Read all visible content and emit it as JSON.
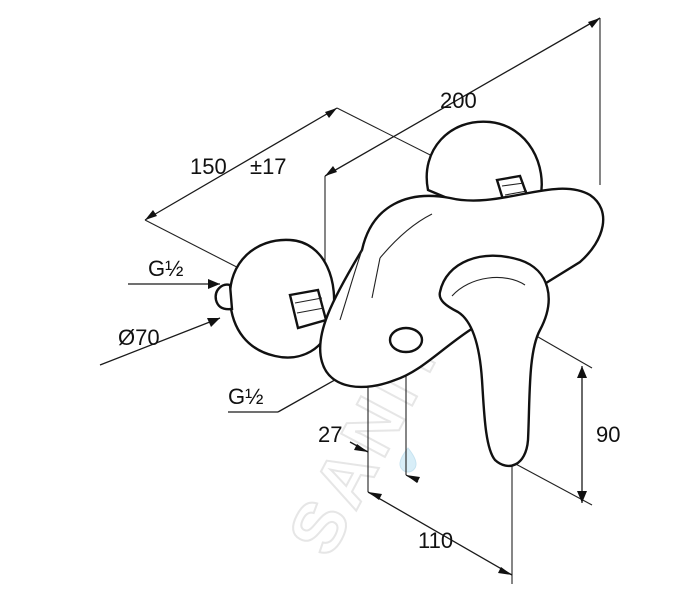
{
  "watermark": "SANITINO",
  "dimensions": {
    "overall_width": "200",
    "center_distance": "150",
    "tolerance": "±17",
    "inlet_thread": "G½",
    "rosette_diameter": "Ø70",
    "outlet_thread": "G½",
    "outlet_offset": "27",
    "handle_height": "90",
    "depth": "110"
  },
  "colors": {
    "ink": "#111111",
    "watermark": "#e6e6e6",
    "background": "#ffffff"
  }
}
